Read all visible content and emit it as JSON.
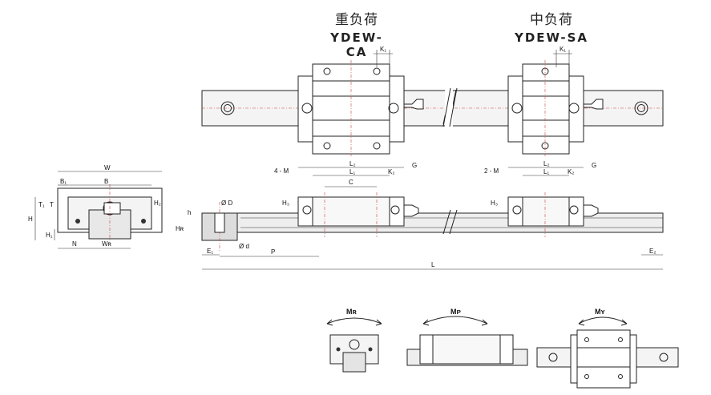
{
  "titles": {
    "heavy_cn": "重负荷",
    "heavy_model": "YDEW-CA",
    "medium_cn": "中负荷",
    "medium_model": "YDEW-SA"
  },
  "end_view_labels": {
    "W": "W",
    "B1": "B₁",
    "B": "B",
    "T1": "T₁",
    "T": "T",
    "H2": "H₂",
    "H": "H",
    "H1": "H₁",
    "N": "N",
    "WR": "Wʀ"
  },
  "side_view_labels": {
    "D": "Ø D",
    "h": "h",
    "HR": "Hʀ",
    "d": "Ø d",
    "E1": "E₁",
    "P": "P",
    "L": "L",
    "E2": "E₂",
    "heavy": {
      "M": "4 - M",
      "L2": "L₂",
      "L1": "L₁",
      "C": "C",
      "K2": "K₂",
      "G": "G",
      "H3": "H₃"
    },
    "medium": {
      "M": "2 - M",
      "L2": "L₂",
      "L1": "L₁",
      "K2": "K₂",
      "G": "G",
      "H3": "H₃"
    }
  },
  "top_view_labels": {
    "K1_heavy": "K₁",
    "K1_medium": "K₁"
  },
  "moment_labels": {
    "MR": "Mʀ",
    "MP": "Mᴘ",
    "MY": "Mʏ"
  }
}
